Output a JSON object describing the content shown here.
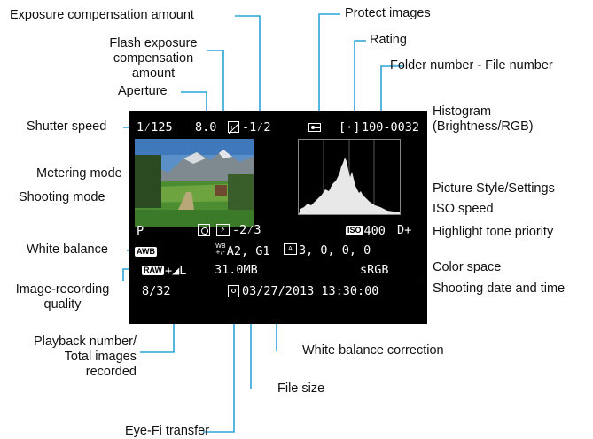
{
  "labels": {
    "exposure_comp": "Exposure compensation amount",
    "protect": "Protect images",
    "flash_comp": "Flash exposure\ncompensation amount",
    "rating": "Rating",
    "folder_file": "Folder number - File number",
    "aperture": "Aperture",
    "shutter": "Shutter speed",
    "histogram": "Histogram\n(Brightness/RGB)",
    "metering": "Metering mode",
    "picture_style": "Picture Style/Settings",
    "shooting_mode": "Shooting mode",
    "iso": "ISO speed",
    "white_balance": "White balance",
    "htp": "Highlight tone priority",
    "color_space": "Color space",
    "quality": "Image-recording\nquality",
    "date_time": "Shooting date and time",
    "playback": "Playback number/\nTotal images\nrecorded",
    "wb_correction": "White balance correction",
    "file_size": "File size",
    "eyefi": "Eye-Fi transfer"
  },
  "screen": {
    "shutter": "1⁄125",
    "aperture": "8.0",
    "exposure_comp": "-1⁄2",
    "rating": "[·]",
    "folder_file": "100-0032",
    "shooting_mode": "P",
    "flash_comp": "-2⁄3",
    "iso_badge": "ISO",
    "iso": "400",
    "htp": "D+",
    "wb": "AWB",
    "wb_correction": "A2, G1",
    "picture_style_settings": "3, 0, 0, 0",
    "quality_badge": "RAW",
    "quality": "+◢L",
    "file_size": "31.0MB",
    "color_space": "sRGB",
    "playback": "8/32",
    "date_time": "03/27/2013 13:30:00"
  },
  "colors": {
    "leader": "#2ba3d8"
  }
}
